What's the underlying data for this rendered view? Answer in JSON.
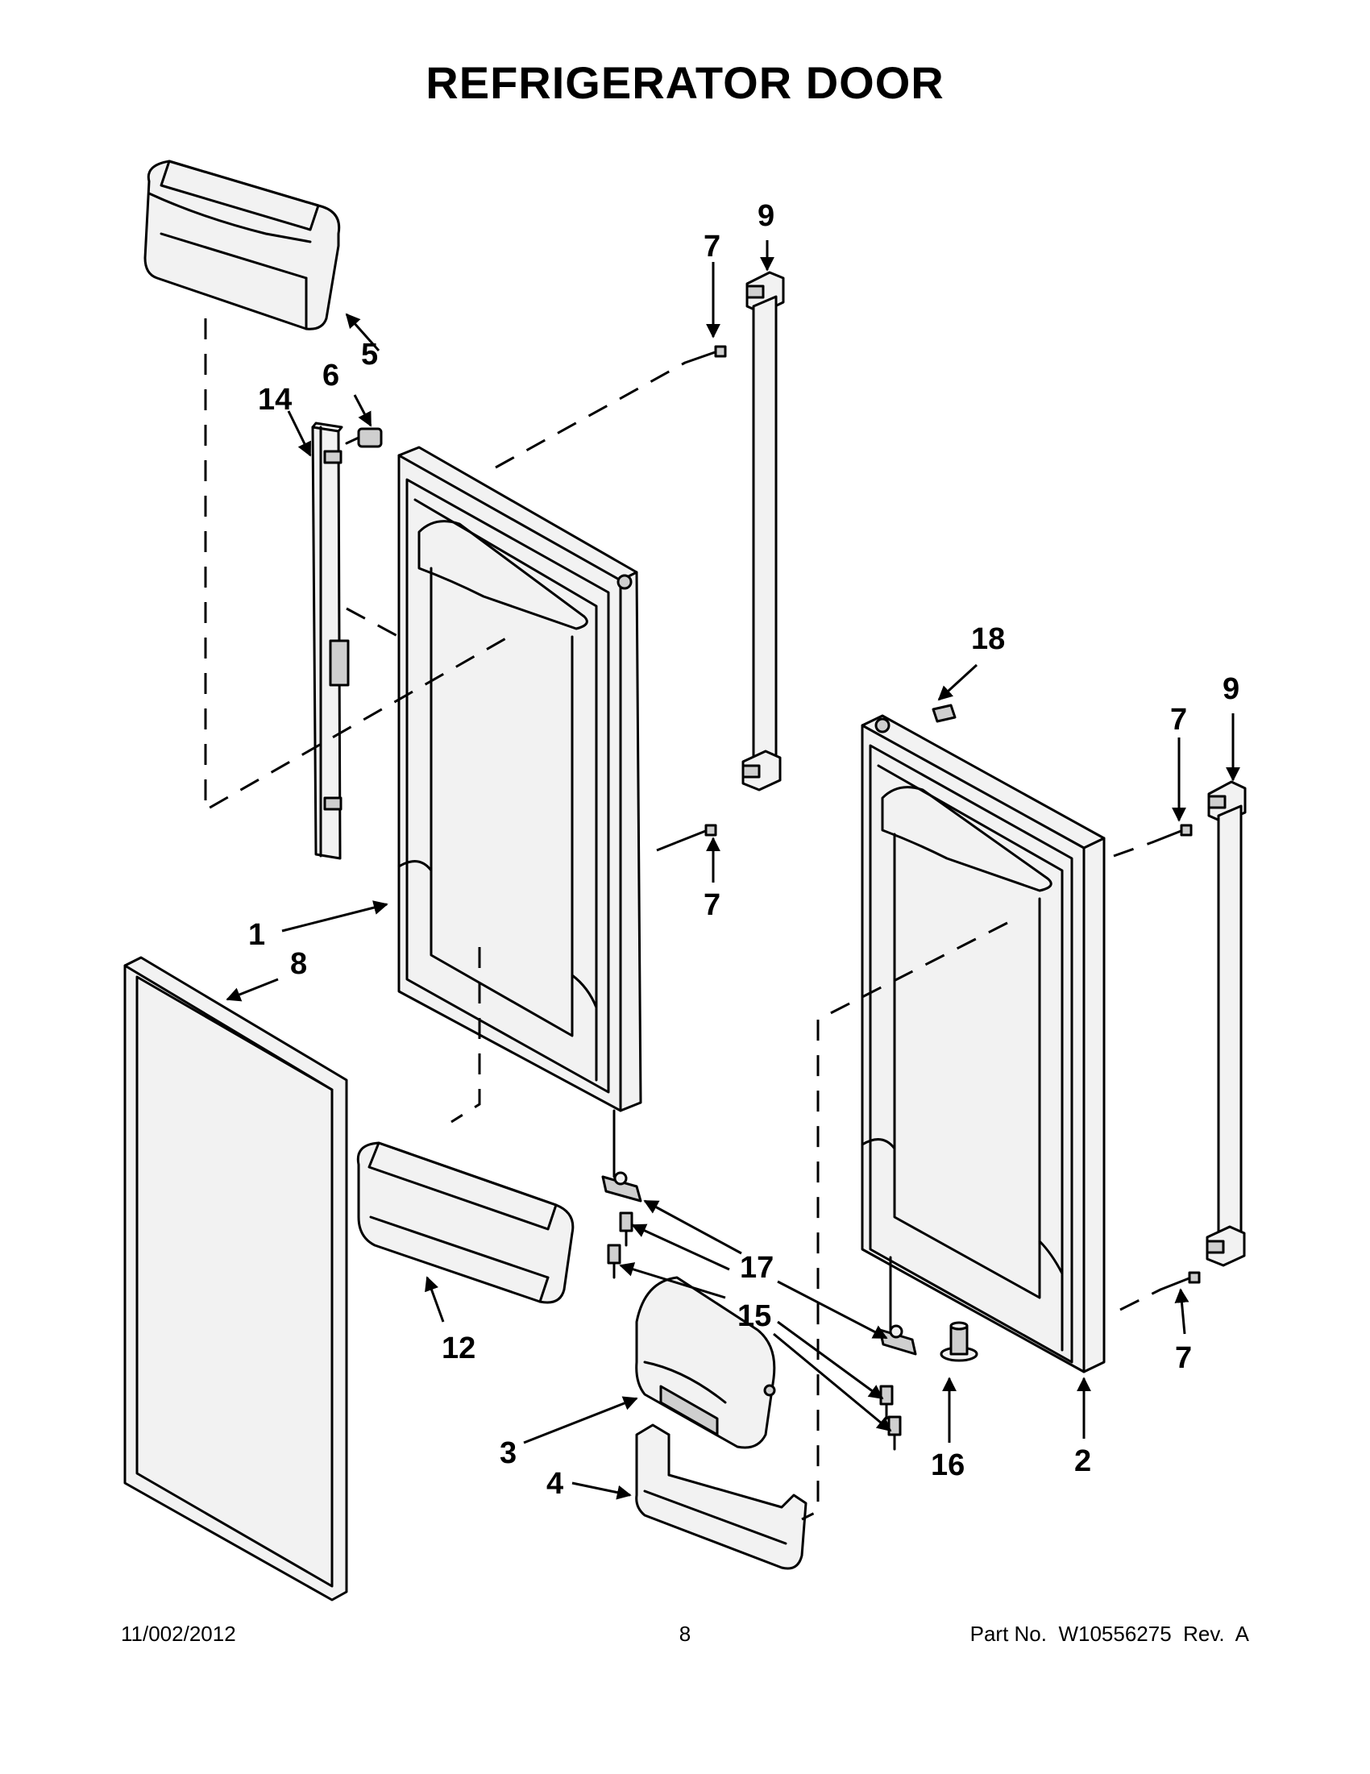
{
  "title": "REFRIGERATOR DOOR",
  "callouts": {
    "c1": "1",
    "c2": "2",
    "c3": "3",
    "c4": "4",
    "c5": "5",
    "c6": "6",
    "c7a": "7",
    "c7b": "7",
    "c7c": "7",
    "c7d": "7",
    "c8": "8",
    "c9a": "9",
    "c9b": "9",
    "c12": "12",
    "c14": "14",
    "c15": "15",
    "c16": "16",
    "c17": "17",
    "c18": "18"
  },
  "footer": {
    "date": "11/002/2012",
    "page": "8",
    "part_no": "Part No.  W10556275  Rev.  A"
  }
}
